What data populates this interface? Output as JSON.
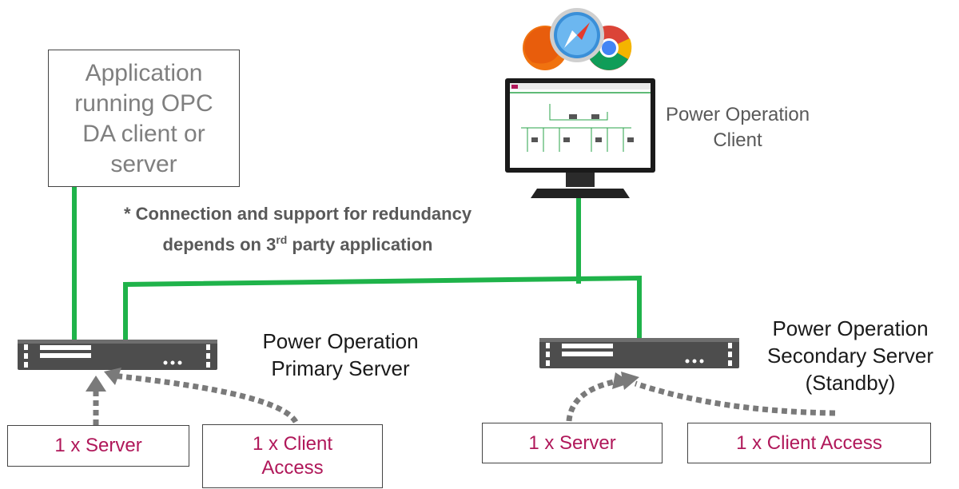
{
  "app_box": {
    "line1": "Application",
    "line2": "running OPC",
    "line3": "DA client or",
    "line4": "server"
  },
  "note": {
    "line1": "* Connection and support for redundancy",
    "line2_pre": "depends on 3",
    "line2_sup": "rd",
    "line2_post": " party application"
  },
  "client": {
    "line1": "Power Operation",
    "line2": "Client"
  },
  "primary": {
    "line1": "Power Operation",
    "line2": "Primary Server"
  },
  "secondary": {
    "line1": "Power Operation",
    "line2": "Secondary Server",
    "line3": "(Standby)"
  },
  "licenses": {
    "primary_server": "1 x Server",
    "primary_client_1": "1 x Client",
    "primary_client_2": "Access",
    "secondary_server": "1 x Server",
    "secondary_client": "1 x Client Access"
  },
  "colors": {
    "network": "#1fb34a",
    "license_text": "#b0185a",
    "device": "#4d4d4d",
    "arrow": "#7a7a7a"
  },
  "icons": [
    "firefox-icon",
    "safari-icon",
    "chrome-icon",
    "monitor-icon",
    "server-icon"
  ]
}
